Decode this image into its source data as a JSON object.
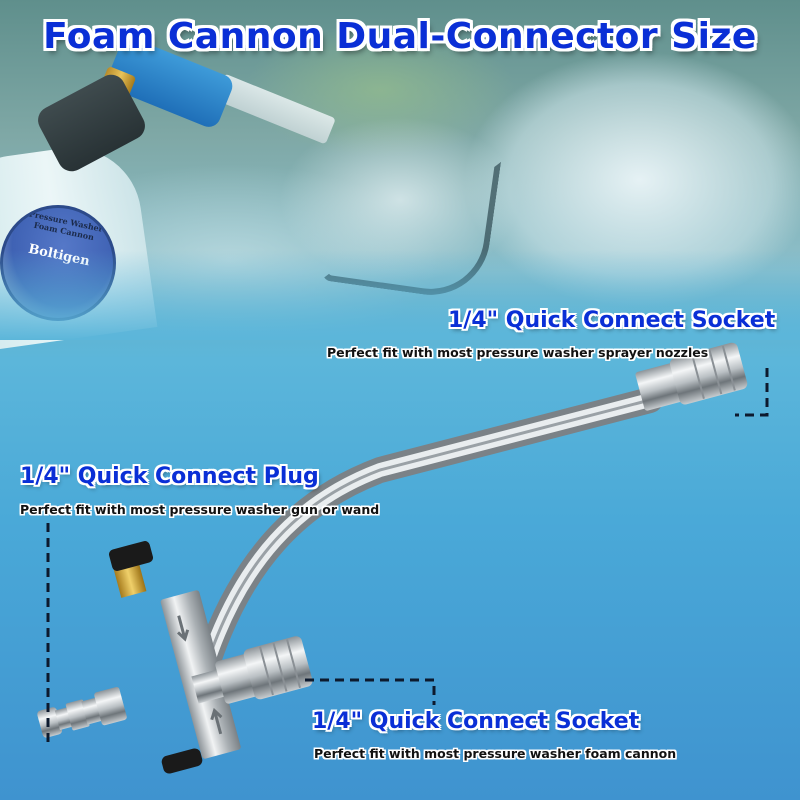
{
  "title": "Foam Cannon Dual-Connector Size",
  "bottle_label": {
    "line1": "Pressure Washer",
    "line2": "Foam Cannon",
    "brand": "Boltigen"
  },
  "callouts": {
    "socket_top": {
      "title": "1/4\" Quick Connect Socket",
      "description": "Perfect fit with most pressure washer sprayer nozzles"
    },
    "plug": {
      "title": "1/4\" Quick Connect Plug",
      "description": "Perfect fit with most pressure washer gun or wand"
    },
    "socket_bottom": {
      "title": "1/4\" Quick Connect Socket",
      "description": "Perfect fit with most pressure washer foam cannon"
    }
  },
  "colors": {
    "title_blue": "#0a2fd6",
    "background_blue": "#4aa9d8",
    "dash_line": "#0d1a2e",
    "brass": "#d9b441",
    "knob": "#1a1a1a"
  }
}
